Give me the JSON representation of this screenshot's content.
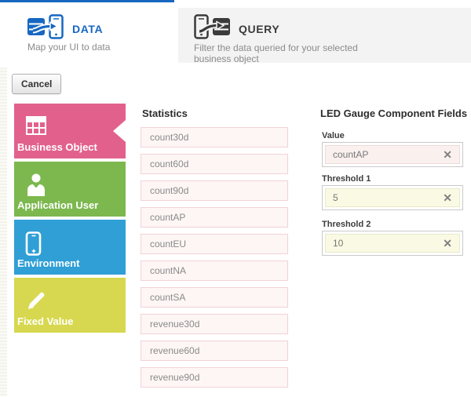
{
  "tabs": {
    "data": {
      "label": "DATA",
      "subtitle": "Map your UI to data"
    },
    "query": {
      "label": "QUERY",
      "subtitle": "Filter the data queried for your selected business object"
    }
  },
  "toolbar": {
    "cancel_label": "Cancel"
  },
  "sidebar": {
    "items": [
      {
        "label": "Business Object",
        "icon": "table-icon",
        "color": "#e2618c",
        "active": true
      },
      {
        "label": "Application User",
        "icon": "user-icon",
        "color": "#7cb84e",
        "active": false
      },
      {
        "label": "Environment",
        "icon": "phone-icon",
        "color": "#2f9fd6",
        "active": false
      },
      {
        "label": "Fixed Value",
        "icon": "pencil-icon",
        "color": "#d7d84f",
        "active": false
      }
    ]
  },
  "statistics": {
    "title": "Statistics",
    "items": [
      "count30d",
      "count60d",
      "count90d",
      "countAP",
      "countEU",
      "countNA",
      "countSA",
      "revenue30d",
      "revenue60d",
      "revenue90d"
    ]
  },
  "fields_panel": {
    "title": "LED Gauge Component Fields",
    "fields": [
      {
        "label": "Value",
        "value": "countAP",
        "clear_icon": "clear-x-icon"
      },
      {
        "label": "Threshold 1",
        "value": "5",
        "clear_icon": "clear-x-icon"
      },
      {
        "label": "Threshold 2",
        "value": "10",
        "clear_icon": "clear-x-icon"
      }
    ]
  },
  "colors": {
    "active_tab_accent": "#1767c2",
    "query_tab_bg": "#f3f3f3",
    "stat_item_bg": "#fdf6f5",
    "stat_item_border": "#f3d2d6",
    "value_field_bg": "#faf1ef",
    "threshold_field_bg": "#fafae4"
  }
}
